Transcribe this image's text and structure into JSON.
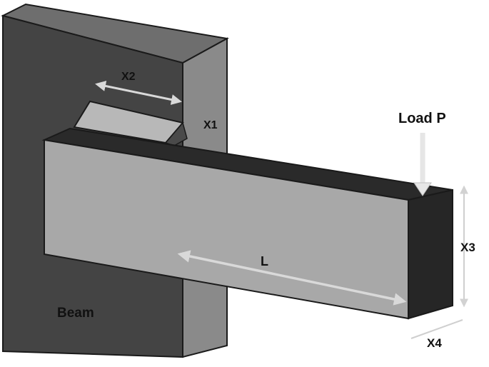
{
  "labels": {
    "x2": "X2",
    "x1": "X1",
    "load": "Load P",
    "x3": "X3",
    "length": "L",
    "beam": "Beam",
    "x4": "X4"
  },
  "colors": {
    "column_front": "#444444",
    "column_side": "#8a8a8a",
    "column_top": "#6e6e6e",
    "beam_front": "#a8a8a8",
    "beam_top": "#2a2a2a",
    "beam_end": "#262626",
    "weld_top": "#b8b8b8",
    "weld_face": "#4a4a4a",
    "dimension_light": "#d9d9d9",
    "dimension_dark": "#cfcfcf",
    "outline": "#1a1a1a"
  }
}
